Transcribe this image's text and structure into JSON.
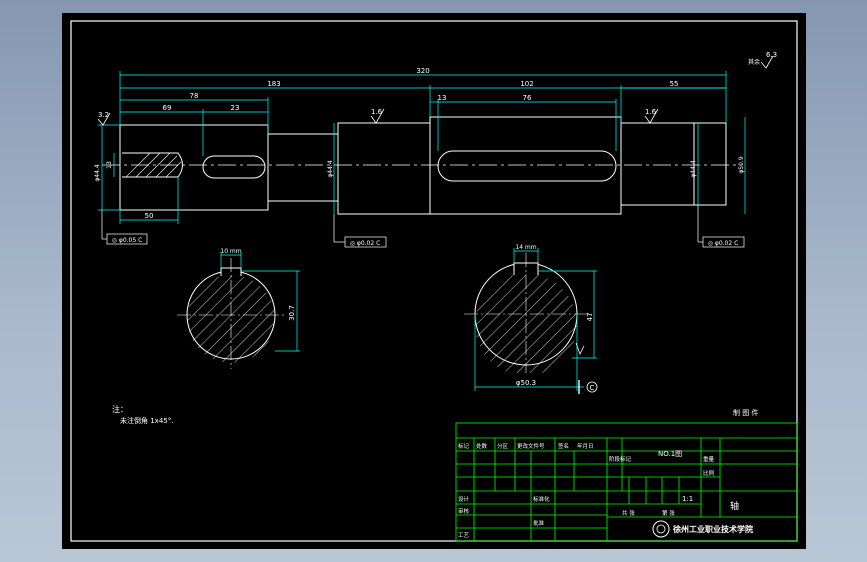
{
  "dims": {
    "total": "320",
    "left_span": "183",
    "right_span": "102",
    "seg_78": "78",
    "seg_69": "69",
    "seg_23": "23",
    "seg_13": "13",
    "seg_76": "76",
    "seg_55": "55",
    "seg_50": "50",
    "keyway_bottom": "30.7",
    "keyway_top": "10 mm",
    "keyway_top2": "14 mm",
    "bore": "47",
    "outer_dia": "φ50.3",
    "dia_left": "φ44.4",
    "dia_mid": "φ44.4",
    "dia_right": "φ44.4",
    "dia_end": "φ50.9",
    "roughness_1": "1.6",
    "roughness_2": "1.6",
    "roughness_3": "3.2",
    "roughness_corner": "6.3",
    "corner_label": "其余",
    "tol_1": "◎ φ0.05 C",
    "tol_2": "◎ φ0.02 C",
    "tol_3": "◎ φ0.02 C",
    "datum": "C"
  },
  "notes": {
    "title": "注：",
    "line1": "未注倒角 1x45°."
  },
  "titleblock": {
    "corner_tag": "制 图  件",
    "part_name": "轴",
    "company": "徐州工业职业技术学院",
    "drawing_label": "NO.1图",
    "scale": "1:1",
    "cells": [
      "审核",
      "标记",
      "处数",
      "分区",
      "更改文件号",
      "签名",
      "年月日",
      "设计",
      "标准化",
      "阶段标记",
      "重量",
      "比例",
      "工艺",
      "批准",
      "共 张",
      "第 张"
    ]
  },
  "colors": {
    "background": "#000000",
    "outline": "#ffffff",
    "dimension": "#00ffff",
    "hatch": "#ffffff",
    "titleblock": "#00ff00",
    "center": "#ffffff"
  }
}
